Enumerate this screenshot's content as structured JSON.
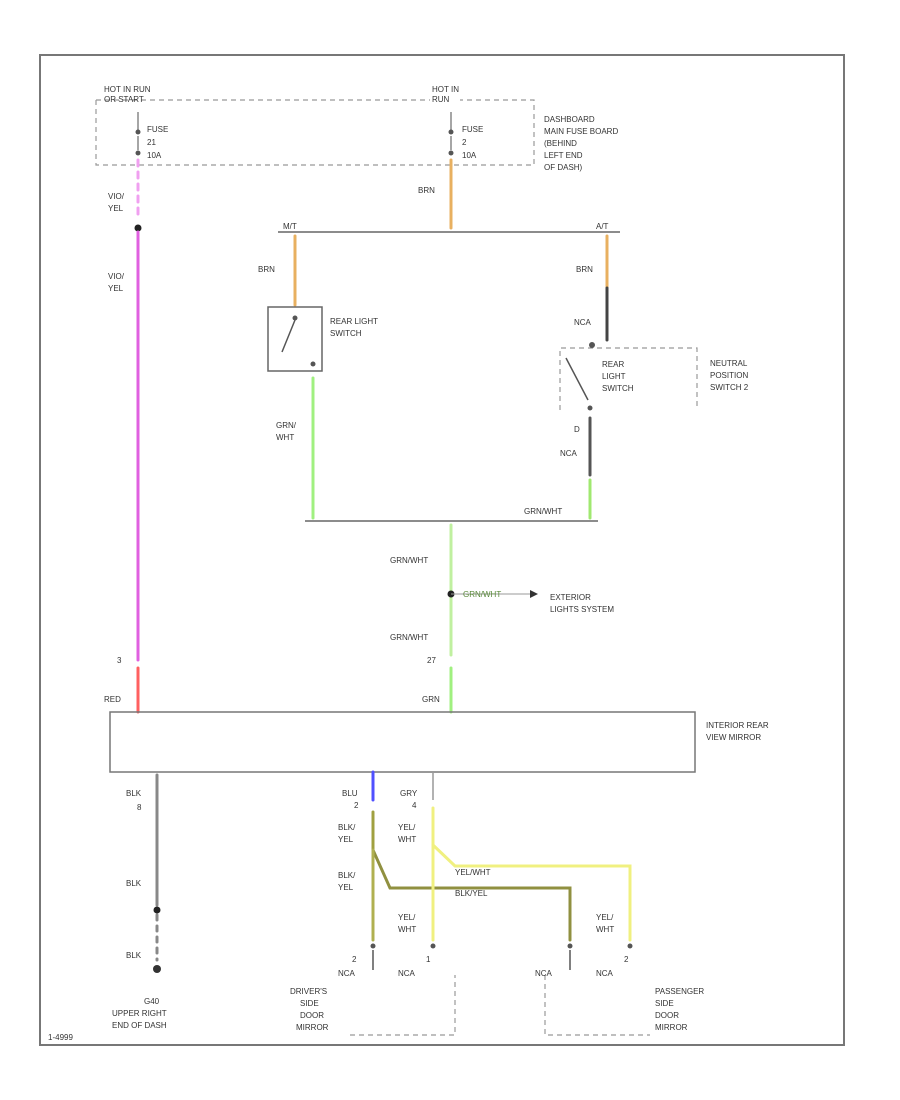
{
  "power": {
    "left_source": [
      "HOT IN RUN",
      "OR START"
    ],
    "right_source": [
      "HOT IN",
      "RUN"
    ],
    "fuse_left": [
      "FUSE",
      "21",
      "10A"
    ],
    "fuse_right": [
      "FUSE",
      "2",
      "10A"
    ],
    "fuse_box": [
      "DASHBOARD",
      "MAIN FUSE BOARD",
      "(BEHIND",
      "LEFT END",
      "OF DASH)"
    ]
  },
  "wires": {
    "vio_yel_top": [
      "VIO/",
      "YEL"
    ],
    "vio_yel_mid": [
      "VIO/",
      "YEL"
    ],
    "brn_top": "BRN",
    "brn_left": "BRN",
    "brn_right": "BRN",
    "mt": "M/T",
    "at": "A/T",
    "nca_top": "NCA",
    "grn_wht_left": [
      "GRN/",
      "WHT"
    ],
    "grn_wht_right": "GRN/WHT",
    "grn_wht_1": "GRN/WHT",
    "grn_wht_2": "GRN/WHT",
    "grn_wht_3": "GRN/WHT",
    "red": "RED",
    "grn": "GRN",
    "blk_1": "BLK",
    "blk_2": "BLK",
    "blk_3": "BLK",
    "blu": "BLU",
    "gry": "GRY",
    "blk_yel_1": [
      "BLK/",
      "YEL"
    ],
    "blk_yel_2": [
      "BLK/",
      "YEL"
    ],
    "yel_wht_1": [
      "YEL/",
      "WHT"
    ],
    "yel_wht_h": "YEL/WHT",
    "blk_yel_h": "BLK/YEL",
    "yel_wht_2": [
      "YEL/",
      "WHT"
    ],
    "yel_wht_3": [
      "YEL/",
      "WHT"
    ],
    "nca_1": "NCA",
    "nca_2": "NCA",
    "nca_3": "NCA",
    "nca_4": "NCA",
    "nca_5": "NCA"
  },
  "pins": {
    "p_d": "D",
    "p_3a": "3",
    "p_27a": "27",
    "p_8": "8",
    "p_2": "2",
    "p_4": "4",
    "p_1": "1"
  },
  "components": {
    "rear_light_switch": [
      "REAR LIGHT",
      "SWITCH"
    ],
    "rear_light_switch2": [
      "REAR",
      "LIGHT",
      "SWITCH"
    ],
    "neutral_switch": [
      "NEUTRAL",
      "POSITION",
      "SWITCH 2"
    ],
    "exterior_lights": [
      "EXTERIOR",
      "LIGHTS SYSTEM"
    ],
    "mirror": [
      "INTERIOR REAR",
      "VIEW MIRROR"
    ],
    "ground": [
      "G40",
      "UPPER RIGHT",
      "END OF DASH"
    ],
    "driver_mirror": [
      "DRIVER'S",
      "SIDE",
      "DOOR",
      "MIRROR"
    ],
    "passenger_mirror": [
      "PASSENGER",
      "SIDE",
      "DOOR",
      "MIRROR"
    ]
  },
  "footer_code": "1-4999"
}
